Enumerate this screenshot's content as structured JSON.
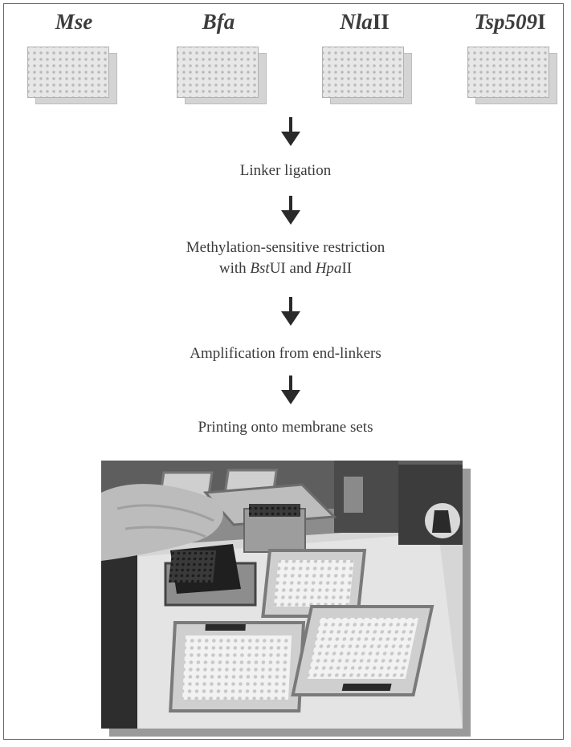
{
  "enzymes": [
    {
      "name": "Mse",
      "suffix": ""
    },
    {
      "name": "Bfa",
      "suffix": ""
    },
    {
      "name": "Nla",
      "suffix": "II"
    },
    {
      "name": "Tsp509",
      "suffix": "I"
    }
  ],
  "steps": {
    "linker": "Linker ligation",
    "methylation_line1": "Methylation-sensitive restriction",
    "methylation_with": "with ",
    "methylation_enzyme1": "Bst",
    "methylation_enzyme1_suffix": "UI",
    "methylation_and": " and ",
    "methylation_enzyme2": "Hpa",
    "methylation_enzyme2_suffix": "II",
    "amplification": "Amplification from end-linkers",
    "printing": "Printing onto membrane sets"
  },
  "colors": {
    "text": "#3a3a3a",
    "arrow": "#2a2a2a",
    "frame": "#6b6b6b"
  }
}
